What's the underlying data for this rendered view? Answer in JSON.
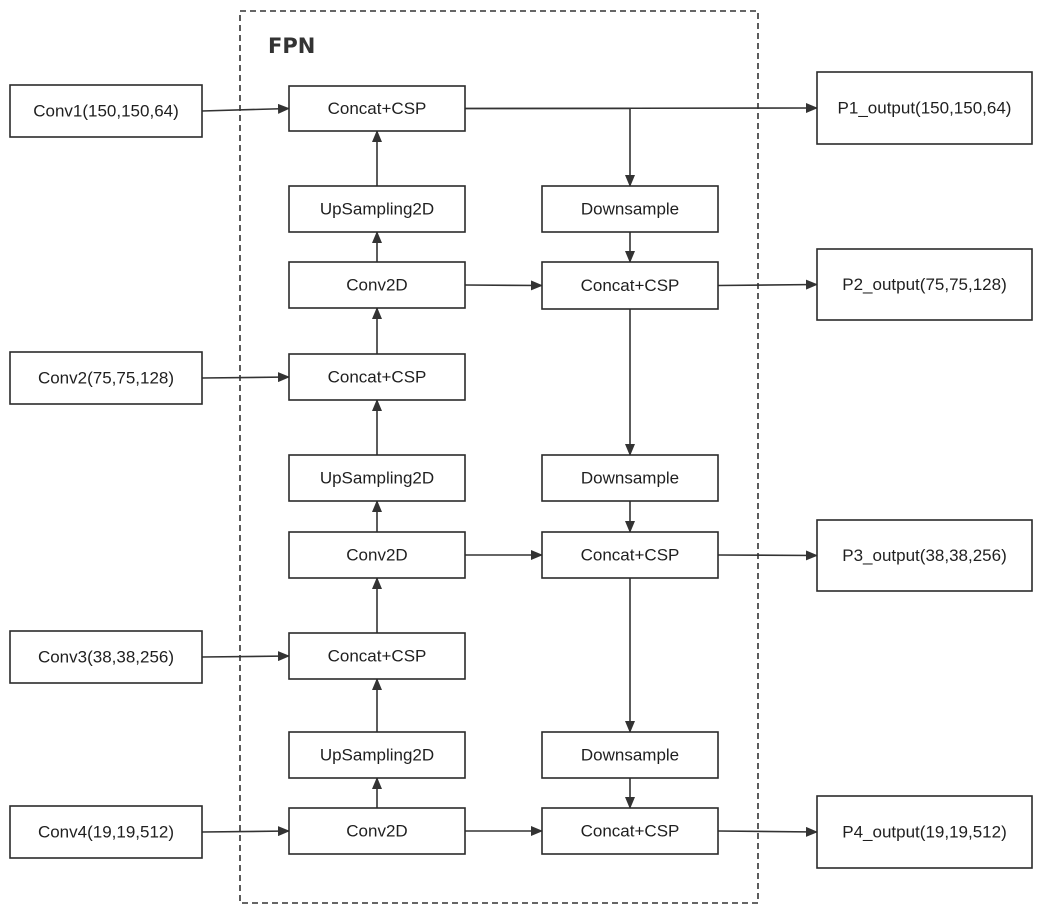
{
  "group": {
    "id": "fpn",
    "title": "FPN"
  },
  "colors": {
    "stroke": "#333333",
    "box_fill": "#ffffff",
    "text": "#1f1f1f"
  },
  "nodes": [
    {
      "id": "conv1",
      "label": "Conv1(150,150,64)"
    },
    {
      "id": "conv2",
      "label": "Conv2(75,75,128)"
    },
    {
      "id": "conv3",
      "label": "Conv3(38,38,256)"
    },
    {
      "id": "conv4",
      "label": "Conv4(19,19,512)"
    },
    {
      "id": "up-concat-1",
      "label": "Concat+CSP"
    },
    {
      "id": "upsampling-1",
      "label": "UpSampling2D"
    },
    {
      "id": "up-conv2d-1",
      "label": "Conv2D"
    },
    {
      "id": "up-concat-2",
      "label": "Concat+CSP"
    },
    {
      "id": "upsampling-2",
      "label": "UpSampling2D"
    },
    {
      "id": "up-conv2d-2",
      "label": "Conv2D"
    },
    {
      "id": "up-concat-3",
      "label": "Concat+CSP"
    },
    {
      "id": "upsampling-3",
      "label": "UpSampling2D"
    },
    {
      "id": "up-conv2d-3",
      "label": "Conv2D"
    },
    {
      "id": "downsample-1",
      "label": "Downsample"
    },
    {
      "id": "down-concat-1",
      "label": "Concat+CSP"
    },
    {
      "id": "downsample-2",
      "label": "Downsample"
    },
    {
      "id": "down-concat-2",
      "label": "Concat+CSP"
    },
    {
      "id": "downsample-3",
      "label": "Downsample"
    },
    {
      "id": "down-concat-3",
      "label": "Concat+CSP"
    },
    {
      "id": "p1-output",
      "label": "P1_output(150,150,64)"
    },
    {
      "id": "p2-output",
      "label": "P2_output(75,75,128)"
    },
    {
      "id": "p3-output",
      "label": "P3_output(38,38,256)"
    },
    {
      "id": "p4-output",
      "label": "P4_output(19,19,512)"
    }
  ],
  "edges": [
    {
      "from": "conv1",
      "to": "up-concat-1"
    },
    {
      "from": "conv2",
      "to": "up-concat-2"
    },
    {
      "from": "conv3",
      "to": "up-concat-3"
    },
    {
      "from": "conv4",
      "to": "up-conv2d-3"
    },
    {
      "from": "up-conv2d-3",
      "to": "upsampling-3"
    },
    {
      "from": "upsampling-3",
      "to": "up-concat-3"
    },
    {
      "from": "up-concat-3",
      "to": "up-conv2d-2"
    },
    {
      "from": "up-conv2d-2",
      "to": "upsampling-2"
    },
    {
      "from": "upsampling-2",
      "to": "up-concat-2"
    },
    {
      "from": "up-concat-2",
      "to": "up-conv2d-1"
    },
    {
      "from": "up-conv2d-1",
      "to": "upsampling-1"
    },
    {
      "from": "upsampling-1",
      "to": "up-concat-1"
    },
    {
      "from": "up-concat-1",
      "to": "p1-output"
    },
    {
      "from": "up-concat-1",
      "to": "downsample-1"
    },
    {
      "from": "downsample-1",
      "to": "down-concat-1"
    },
    {
      "from": "up-conv2d-1",
      "to": "down-concat-1"
    },
    {
      "from": "down-concat-1",
      "to": "p2-output"
    },
    {
      "from": "down-concat-1",
      "to": "downsample-2"
    },
    {
      "from": "downsample-2",
      "to": "down-concat-2"
    },
    {
      "from": "up-conv2d-2",
      "to": "down-concat-2"
    },
    {
      "from": "down-concat-2",
      "to": "p3-output"
    },
    {
      "from": "down-concat-2",
      "to": "downsample-3"
    },
    {
      "from": "downsample-3",
      "to": "down-concat-3"
    },
    {
      "from": "up-conv2d-3",
      "to": "down-concat-3"
    },
    {
      "from": "down-concat-3",
      "to": "p4-output"
    }
  ]
}
